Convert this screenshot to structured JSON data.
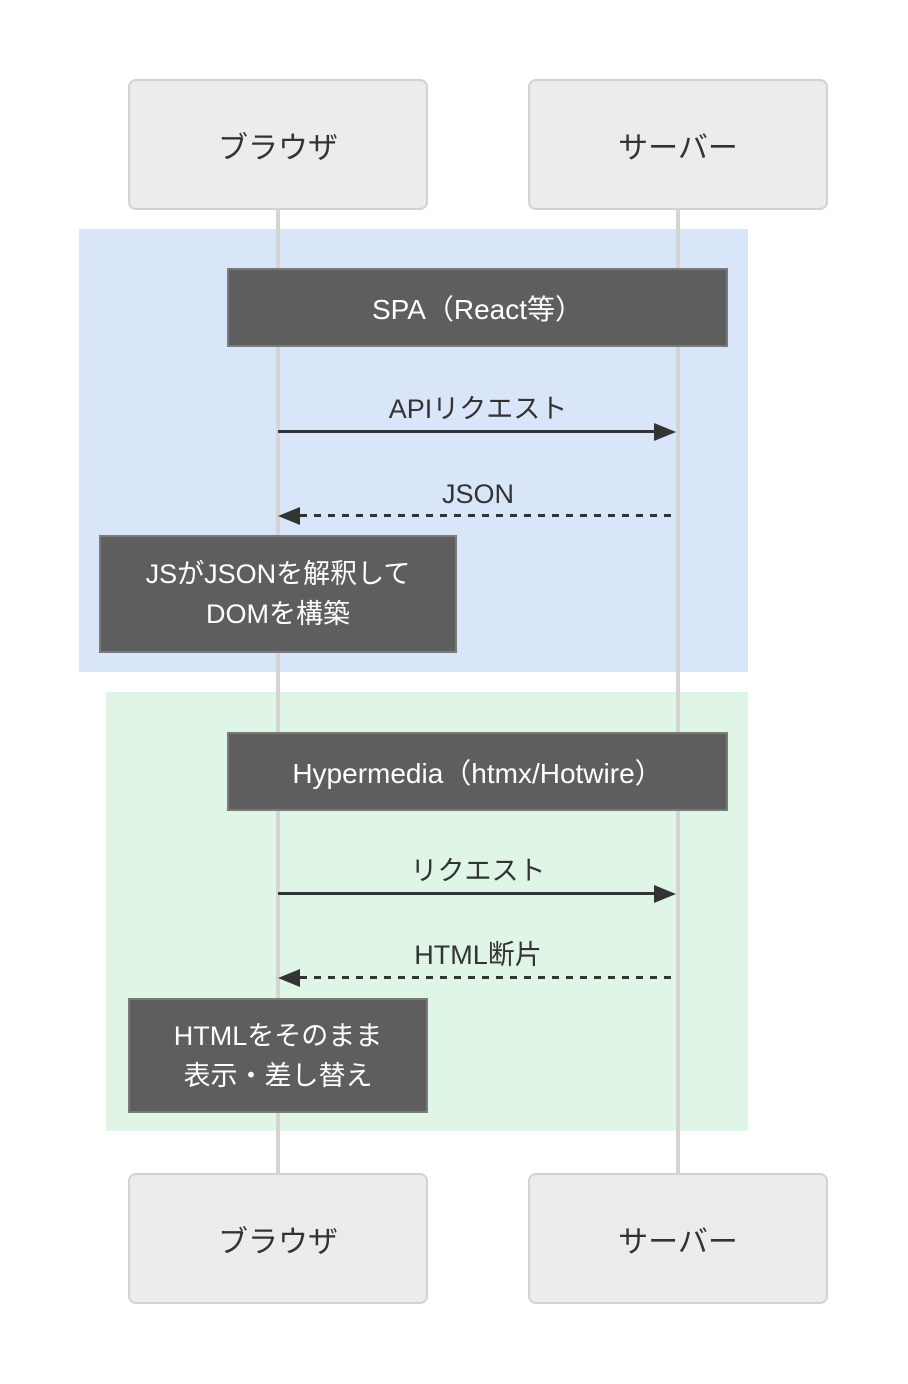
{
  "actors": {
    "top": [
      {
        "label": "ブラウザ"
      },
      {
        "label": "サーバー"
      }
    ],
    "bottom": [
      {
        "label": "ブラウザ"
      },
      {
        "label": "サーバー"
      }
    ]
  },
  "sections": [
    {
      "title": "SPA（React等）",
      "background_color": "#D9E5F8",
      "messages": [
        {
          "label": "APIリクエスト",
          "line": "solid",
          "direction": "right",
          "from": "ブラウザ",
          "to": "サーバー"
        },
        {
          "label": "JSON",
          "line": "dashed",
          "direction": "left",
          "from": "サーバー",
          "to": "ブラウザ"
        }
      ],
      "note_lines": [
        "JSがJSONを解釈して",
        "DOMを構築"
      ]
    },
    {
      "title": "Hypermedia（htmx/Hotwire）",
      "background_color": "#DFF5E5",
      "messages": [
        {
          "label": "リクエスト",
          "line": "solid",
          "direction": "right",
          "from": "ブラウザ",
          "to": "サーバー"
        },
        {
          "label": "HTML断片",
          "line": "dashed",
          "direction": "left",
          "from": "サーバー",
          "to": "ブラウザ"
        }
      ],
      "note_lines": [
        "HTMLをそのまま",
        "表示・差し替え"
      ]
    }
  ],
  "colors": {
    "spa_background": "#D9E5F8",
    "hypermedia_background": "#DFF5E5",
    "dark_box_fill": "#5E5E5E",
    "dark_box_border": "#7A7A7A",
    "dark_box_text": "#FFFFFF",
    "actor_fill": "#ECECEC",
    "actor_border": "#D2D2D2",
    "arrow": "#333333",
    "lifeline": "#D4D4D4",
    "label_text": "#333333",
    "page_background": "#FFFFFF"
  }
}
